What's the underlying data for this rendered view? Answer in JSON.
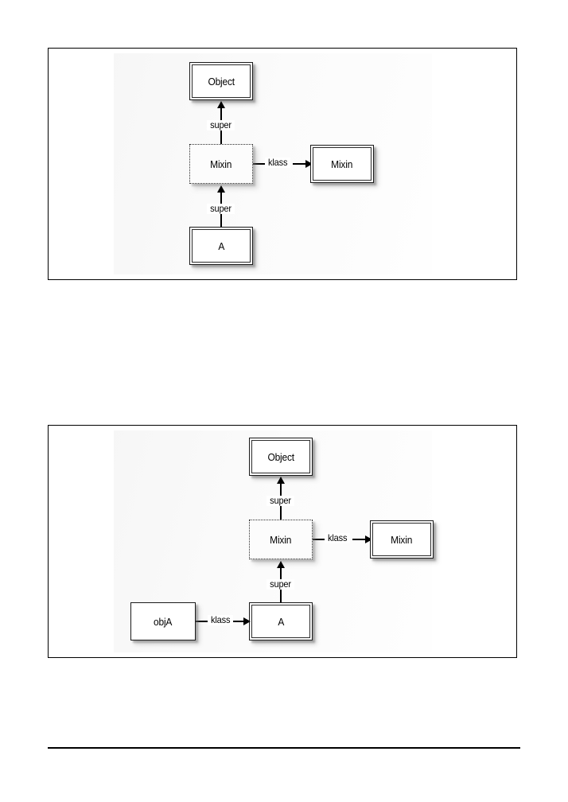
{
  "page": {
    "footer_rule": true
  },
  "figures": [
    {
      "id": "figure-mixin-class-hierarchy",
      "nodes": [
        {
          "id": "obj",
          "label": "Object",
          "kind": "class"
        },
        {
          "id": "mixmod",
          "label": "Mixin",
          "kind": "module"
        },
        {
          "id": "mixclass",
          "label": "Mixin",
          "kind": "class"
        },
        {
          "id": "a",
          "label": "A",
          "kind": "class"
        }
      ],
      "edges": [
        {
          "from": "mixmod",
          "to": "obj",
          "label": "super",
          "dir": "up"
        },
        {
          "from": "mixmod",
          "to": "mixclass",
          "label": "klass",
          "dir": "right"
        },
        {
          "from": "a",
          "to": "mixmod",
          "label": "super",
          "dir": "up"
        }
      ]
    },
    {
      "id": "figure-mixin-object-hierarchy",
      "nodes": [
        {
          "id": "obj",
          "label": "Object",
          "kind": "class"
        },
        {
          "id": "mixmod",
          "label": "Mixin",
          "kind": "module"
        },
        {
          "id": "mixclass",
          "label": "Mixin",
          "kind": "class"
        },
        {
          "id": "a",
          "label": "A",
          "kind": "class"
        },
        {
          "id": "obja",
          "label": "objA",
          "kind": "instance"
        }
      ],
      "edges": [
        {
          "from": "mixmod",
          "to": "obj",
          "label": "super",
          "dir": "up"
        },
        {
          "from": "mixmod",
          "to": "mixclass",
          "label": "klass",
          "dir": "right"
        },
        {
          "from": "a",
          "to": "mixmod",
          "label": "super",
          "dir": "up"
        },
        {
          "from": "obja",
          "to": "a",
          "label": "klass",
          "dir": "right"
        }
      ]
    }
  ],
  "colors": {
    "ink": "#000000",
    "frame": "#000000",
    "box_fill": "#ffffff",
    "shadow": "#808080",
    "page": "#ffffff"
  }
}
